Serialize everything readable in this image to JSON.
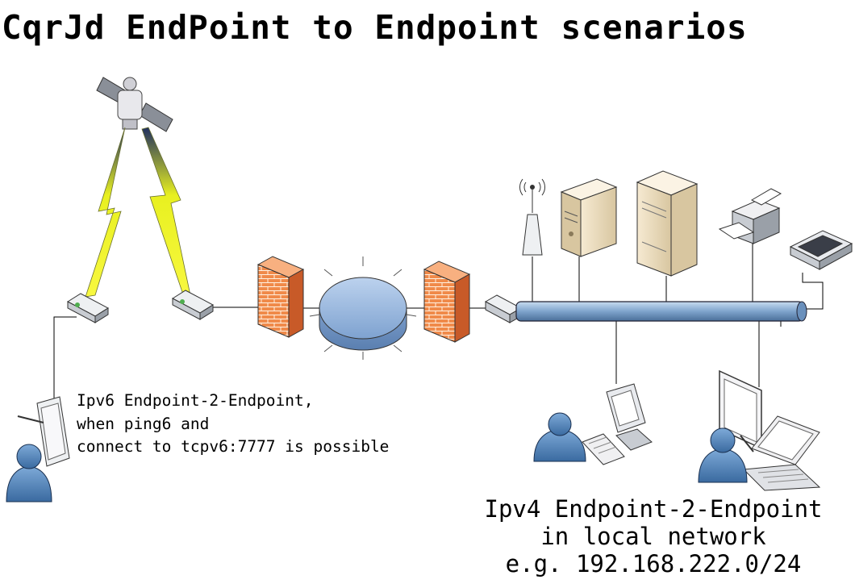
{
  "title": "CqrJd EndPoint to Endpoint scenarios",
  "ipv6_note": {
    "lines": [
      "Ipv6 Endpoint-2-Endpoint,",
      "when ping6 and",
      "connect to tcpv6:7777 is possible"
    ]
  },
  "ipv4_note": {
    "lines": [
      "Ipv4 Endpoint-2-Endpoint",
      "in local network",
      "e.g. 192.168.222.0/24"
    ]
  },
  "colors": {
    "firewall": "#e8703a",
    "cloud": "#8fb0d8",
    "bus": "#7fa4cc",
    "lightning": "#f0f020",
    "user": "#4a7fb5"
  },
  "icons": [
    "satellite-icon",
    "lightning-icon",
    "modem-icon",
    "firewall-icon",
    "network-cloud-icon",
    "hub-icon",
    "network-bus-icon",
    "antenna-icon",
    "server-icon",
    "printer-icon",
    "scanner-icon",
    "monitor-icon",
    "keyboard-icon",
    "laptop-icon",
    "tablet-icon",
    "user-icon",
    "projector-screen-icon"
  ]
}
